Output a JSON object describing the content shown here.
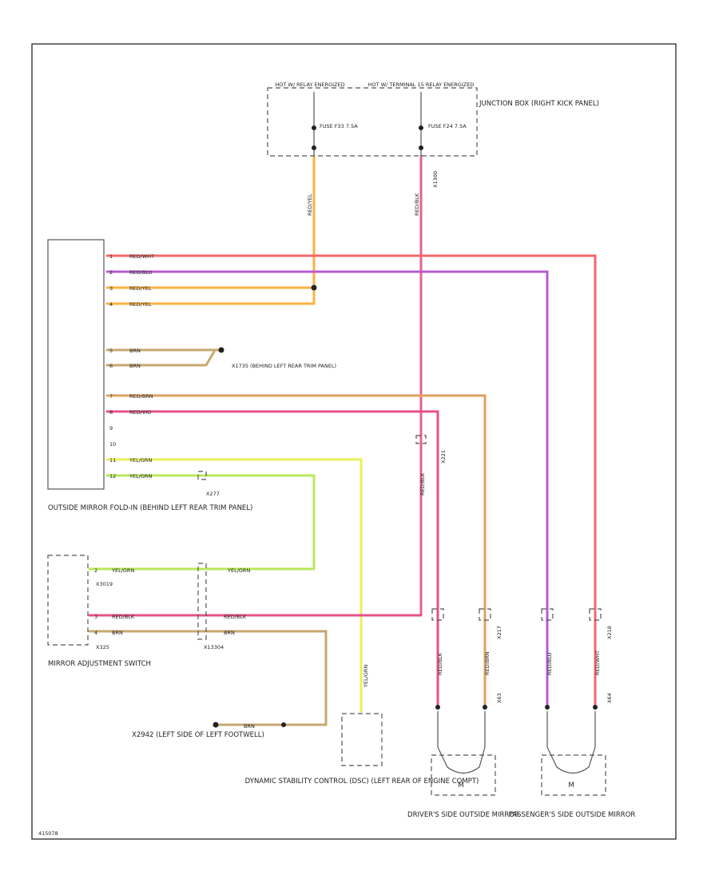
{
  "colors": {
    "red_white": "#f06a6a",
    "red_blue": "#b85ad0",
    "red_yellow": "#ffb040",
    "brown": "#c7a870",
    "red_brown": "#e0a060",
    "red_violet": "#e8508a",
    "yellow_green": "#d8f060",
    "yellow_green_2": "#b8e85a",
    "red_black": "#e55f93",
    "yellow": "#eaf05a",
    "frame": "#444444"
  },
  "power": {
    "hot1_label": "HOT W/ RELAY ENERGIZED",
    "hot2_label": "HOT W/ TERMINAL 15 RELAY ENERGIZED",
    "fuse1_label": "FUSE F33 7.5A",
    "fuse2_label": "FUSE F24 7.5A",
    "junction_box_label": "JUNCTION BOX (RIGHT KICK PANEL)",
    "wire1_label": "RED/YEL",
    "wire2_label": "RED/BLK",
    "x_label": "X1300"
  },
  "module": {
    "label": "OUTSIDE MIRROR FOLD-IN (BEHIND LEFT REAR TRIM PANEL)",
    "pins": [
      {
        "num": "1",
        "wire": "RED/WHT"
      },
      {
        "num": "2",
        "wire": "RED/BLU"
      },
      {
        "num": "3",
        "wire": "RED/YEL"
      },
      {
        "num": "4",
        "wire": "RED/YEL"
      },
      {
        "num": "5",
        "wire": "BRN"
      },
      {
        "num": "6",
        "wire": "BRN"
      },
      {
        "num": "7",
        "wire": "RED/BRN"
      },
      {
        "num": "8",
        "wire": "RED/VIO"
      },
      {
        "num": "9",
        "wire": ""
      },
      {
        "num": "10",
        "wire": ""
      },
      {
        "num": "11",
        "wire": "YEL/GRN"
      },
      {
        "num": "12",
        "wire": "YEL/GRN"
      }
    ]
  },
  "ground_upper": {
    "label": "X1735 (BEHIND LEFT REAR TRIM PANEL)"
  },
  "splice_label": "X277",
  "switch": {
    "label": "MIRROR ADJUSTMENT SWITCH",
    "pin_labels": [
      "2",
      "3",
      "4"
    ],
    "wire_yel_grn": "YEL/GRN",
    "wire_red_blk": "RED/BLK",
    "wire_brn": "BRN",
    "conn1": "X3019",
    "conn2": "X325",
    "conn3": "X13304"
  },
  "ground_lower": {
    "label": "X2942 (LEFT SIDE OF LEFT FOOTWELL)",
    "wire": "BRN"
  },
  "dsc": {
    "label": "DYNAMIC STABILITY CONTROL (DSC) (LEFT REAR OF ENGINE COMPT)",
    "wire": "YEL/GRN"
  },
  "drivers_mirror": {
    "label": "DRIVER'S SIDE OUTSIDE MIRROR",
    "wire_left": "RED/BLK",
    "wire_right": "RED/BRN",
    "conn_top": "X217",
    "conn_bottom": "X63",
    "motor": "M"
  },
  "passenger_mirror": {
    "label": "PASSENGER'S SIDE OUTSIDE MIRROR",
    "wire_left": "RED/BLU",
    "wire_right": "RED/WHT",
    "conn_top": "X218",
    "conn_bottom": "X64",
    "motor": "M"
  },
  "vertical_wire": {
    "label": "RED/BLK",
    "x_label": "X221"
  },
  "footer_code": "415078"
}
